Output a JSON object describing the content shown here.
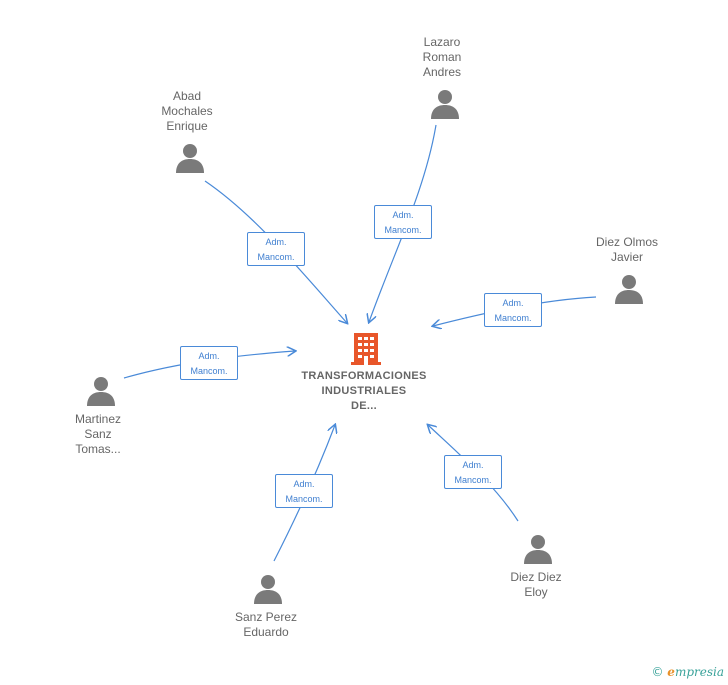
{
  "company": {
    "name_lines": [
      "TRANSFORMACIONES",
      "INDUSTRIALES",
      "DE..."
    ],
    "icon": "building-icon",
    "color": "#e8562a"
  },
  "persons": [
    {
      "id": "lazaro",
      "lines": [
        "Lazaro",
        "Roman",
        "Andres"
      ],
      "icon": "person-icon"
    },
    {
      "id": "abad",
      "lines": [
        "Abad",
        "Mochales",
        "Enrique"
      ],
      "icon": "person-icon"
    },
    {
      "id": "diez-olmos",
      "lines": [
        "Diez Olmos",
        "Javier"
      ],
      "icon": "person-icon"
    },
    {
      "id": "martinez",
      "lines": [
        "Martinez",
        "Sanz",
        "Tomas..."
      ],
      "icon": "person-icon"
    },
    {
      "id": "sanz-perez",
      "lines": [
        "Sanz Perez",
        "Eduardo"
      ],
      "icon": "person-icon"
    },
    {
      "id": "diez-diez",
      "lines": [
        "Diez Diez",
        "Eloy"
      ],
      "icon": "person-icon"
    }
  ],
  "edges": [
    {
      "from": "lazaro",
      "label": [
        "Adm.",
        "Mancom."
      ]
    },
    {
      "from": "abad",
      "label": [
        "Adm.",
        "Mancom."
      ]
    },
    {
      "from": "diez-olmos",
      "label": [
        "Adm.",
        "Mancom."
      ]
    },
    {
      "from": "martinez",
      "label": [
        "Adm.",
        "Mancom."
      ]
    },
    {
      "from": "sanz-perez",
      "label": [
        "Adm.",
        "Mancom."
      ]
    },
    {
      "from": "diez-diez",
      "label": [
        "Adm.",
        "Mancom."
      ]
    }
  ],
  "brand": {
    "copyright_symbol": "©",
    "first_letter": "e",
    "rest": "mpresia"
  },
  "colors": {
    "edge": "#4a8ad8",
    "person": "#7a7a7a",
    "text": "#666666"
  }
}
